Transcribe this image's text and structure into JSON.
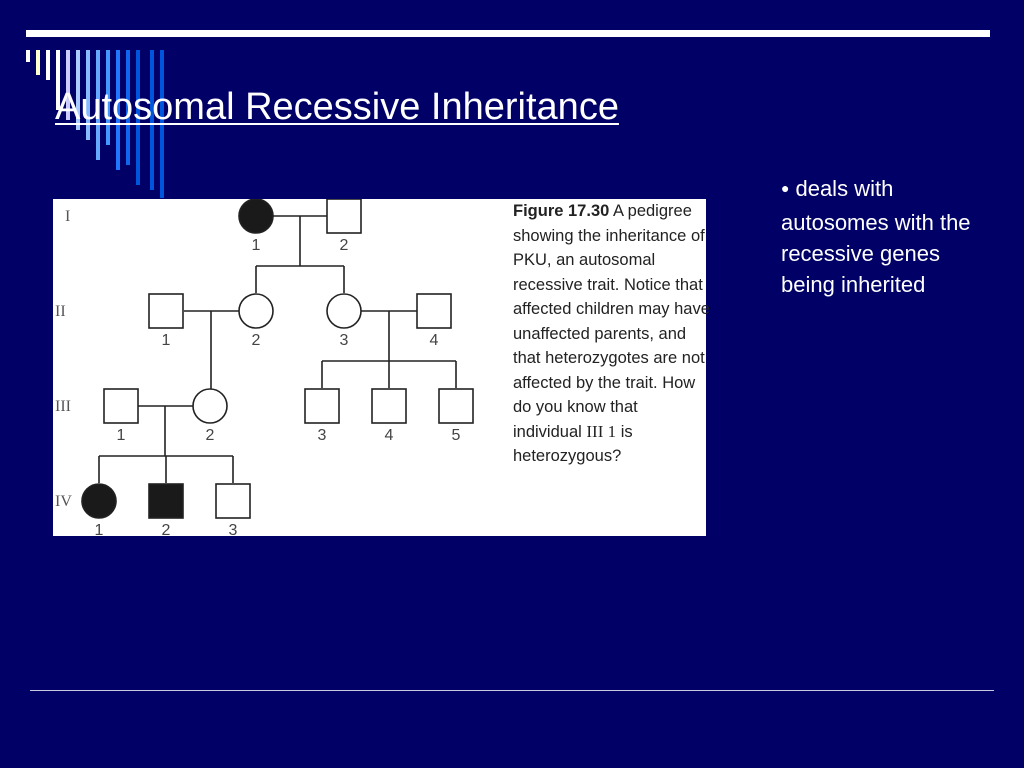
{
  "slide": {
    "title": "Autosomal Recessive Inheritance",
    "bullets": [
      "deals with autosomes with the recessive genes being inherited"
    ]
  },
  "figure": {
    "caption_label": "Figure 17.30",
    "caption_text_1": " A pedigree showing the inheritance of PKU, an autosomal recessive trait. Notice that affected children may have unaffected parents, and that heterozygotes are not affected by the trait. How do you know that individual ",
    "caption_roman": "III 1",
    "caption_text_2": " is heterozygous?",
    "generations": [
      "I",
      "II",
      "III",
      "IV"
    ],
    "individuals": [
      {
        "gen": "I",
        "num": "1",
        "sex": "female",
        "affected": true
      },
      {
        "gen": "I",
        "num": "2",
        "sex": "male",
        "affected": false
      },
      {
        "gen": "II",
        "num": "1",
        "sex": "male",
        "affected": false
      },
      {
        "gen": "II",
        "num": "2",
        "sex": "female",
        "affected": false
      },
      {
        "gen": "II",
        "num": "3",
        "sex": "female",
        "affected": false
      },
      {
        "gen": "II",
        "num": "4",
        "sex": "male",
        "affected": false
      },
      {
        "gen": "III",
        "num": "1",
        "sex": "male",
        "affected": false
      },
      {
        "gen": "III",
        "num": "2",
        "sex": "female",
        "affected": false
      },
      {
        "gen": "III",
        "num": "3",
        "sex": "male",
        "affected": false
      },
      {
        "gen": "III",
        "num": "4",
        "sex": "male",
        "affected": false
      },
      {
        "gen": "III",
        "num": "5",
        "sex": "male",
        "affected": false
      },
      {
        "gen": "IV",
        "num": "1",
        "sex": "female",
        "affected": true
      },
      {
        "gen": "IV",
        "num": "2",
        "sex": "male",
        "affected": true
      },
      {
        "gen": "IV",
        "num": "3",
        "sex": "male",
        "affected": false
      }
    ]
  },
  "colors": {
    "background": "#000066",
    "bar_colors": [
      "#ffffff",
      "#ffffcc",
      "#ffffff",
      "#ffffff",
      "#ccccff",
      "#aaccff",
      "#88bbff",
      "#66aaff",
      "#4499ff",
      "#2277ff",
      "#1166ee",
      "#0055dd"
    ]
  }
}
